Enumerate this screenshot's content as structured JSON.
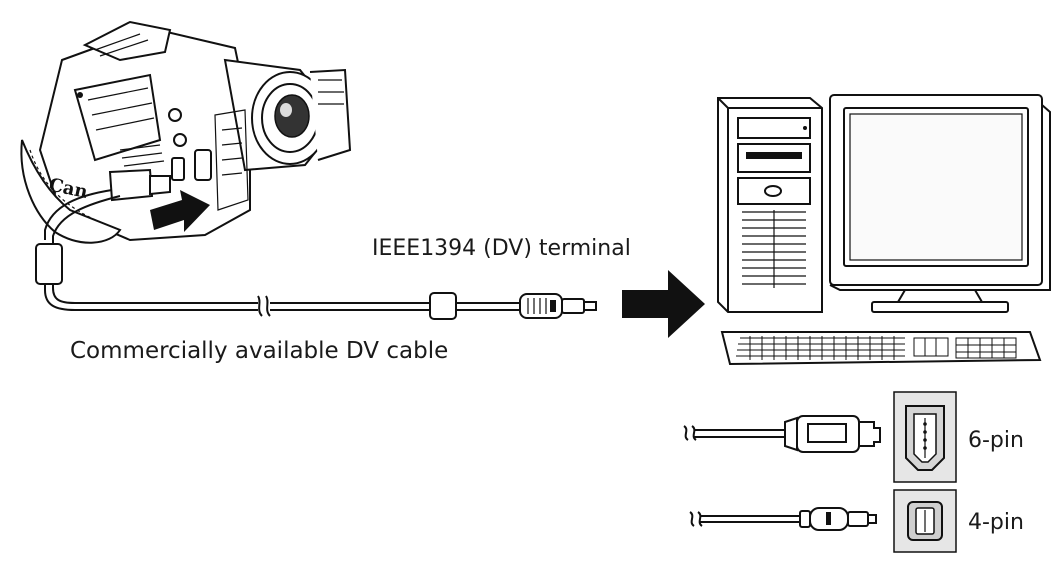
{
  "labels": {
    "terminal": "IEEE1394 (DV) terminal",
    "cable": "Commercially available DV cable",
    "pin6": "6-pin",
    "pin4": "4-pin",
    "brand_fragment": "Can"
  },
  "icons": {
    "camcorder": "camcorder-icon",
    "computer": "desktop-computer-icon",
    "arrow": "arrow-right-icon"
  }
}
